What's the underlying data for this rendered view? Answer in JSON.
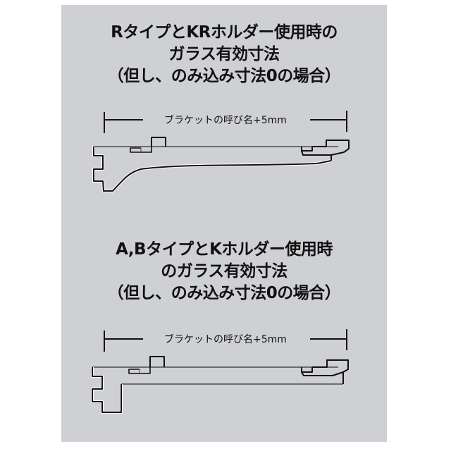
{
  "panel": {
    "background": "#cfd0d3"
  },
  "sections": [
    {
      "title_lines": [
        "RタイプとKRホルダー使用時の",
        "ガラス有効寸法",
        "（但し、のみ込み寸法0の場合）"
      ],
      "dimension_label": "ブラケットの呼び名+5mm",
      "bracket_type": "R-type bracket with KR holder (tapered underside)"
    },
    {
      "title_lines": [
        "A,BタイプとKホルダー使用時",
        "のガラス有効寸法",
        "（但し、のみ込み寸法0の場合）"
      ],
      "dimension_label": "ブラケットの呼び名+5mm",
      "bracket_type": "A/B-type bracket with K holder (straight underside)"
    }
  ]
}
